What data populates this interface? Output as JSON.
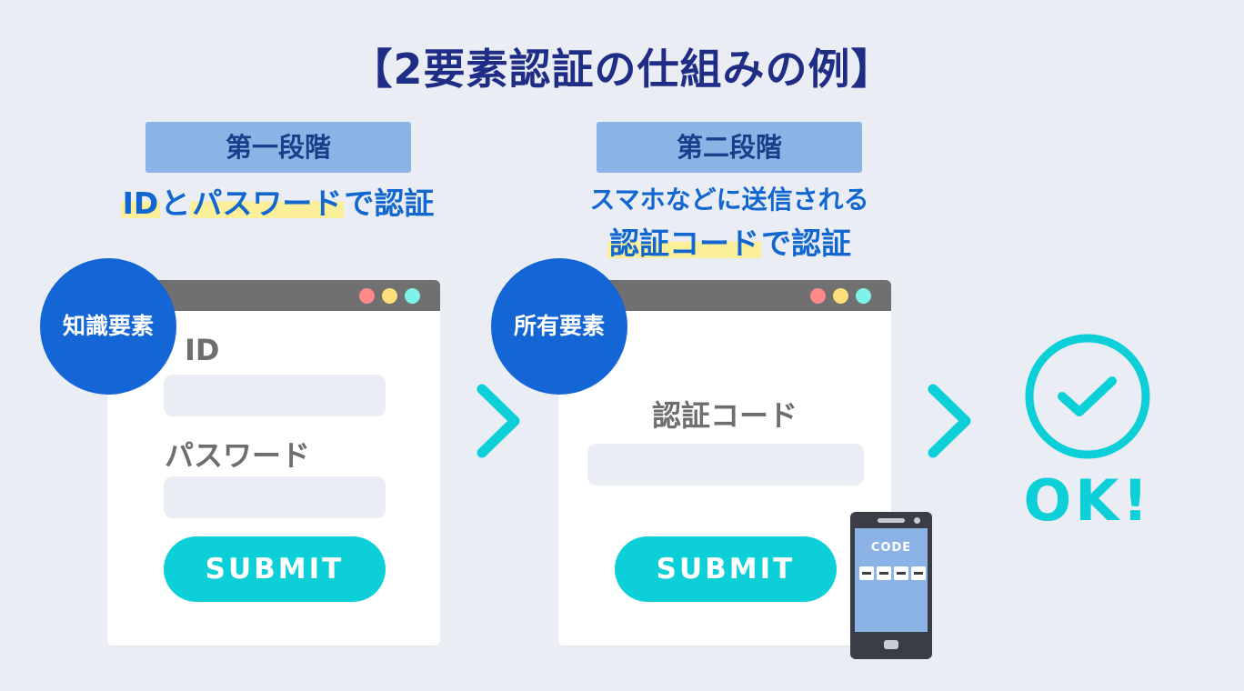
{
  "title": "【2要素認証の仕組みの例】",
  "step1": {
    "pill": "第一段階",
    "caption": {
      "part1": "ID",
      "part2": "と",
      "part3": "パスワード",
      "part4": "で認証"
    },
    "badge": "知識要素",
    "id_label": "ID",
    "password_label": "パスワード",
    "submit_label": "SUBMIT"
  },
  "step2": {
    "pill": "第二段階",
    "caption_line1": "スマホなどに送信される",
    "caption_line2": {
      "part1": "認証コード",
      "part2": "で認証"
    },
    "badge": "所有要素",
    "code_label": "認証コード",
    "submit_label": "SUBMIT",
    "phone_code_label": "CODE"
  },
  "result": {
    "label": "OK!"
  },
  "colors": {
    "title": "#1f2d86",
    "accent_blue": "#1466d6",
    "cyan": "#0dcfd8",
    "pill": "#8cb3e6",
    "highlight": "#fbef9a",
    "background": "#eaeef4"
  },
  "icons": [
    "chevron-right-icon",
    "check-circle-icon",
    "smartphone-icon"
  ]
}
